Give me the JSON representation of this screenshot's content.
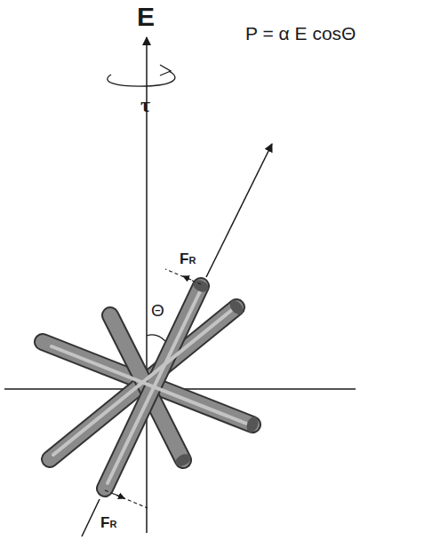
{
  "diagram": {
    "labels": [
      "E",
      "τ",
      "P = α E cosΘ",
      "FR",
      "Θ",
      "FR"
    ]
  }
}
